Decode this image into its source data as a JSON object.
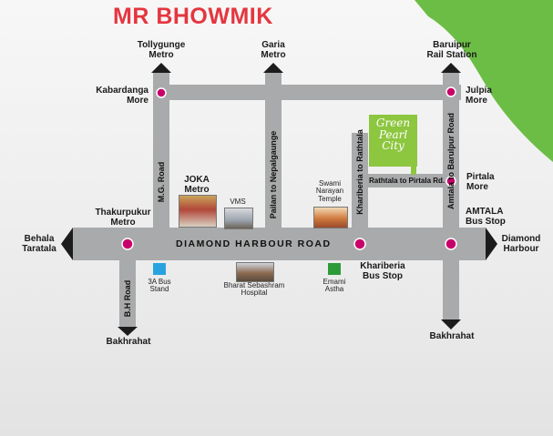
{
  "title": "MR BHOWMIK",
  "roads": {
    "main": "DIAMOND HARBOUR ROAD",
    "mg_road": "M.G. Road",
    "pailan": "Pailan to Nepalgaunge",
    "kharibera_rathtala": "Khariberia to Rathtala",
    "amtala_baruipur": "Amtala to Barulpur Road",
    "bh_road": "B.H Road",
    "rathtala_pirtala": "Rathtala to Pirtala Rd."
  },
  "places": {
    "tollygunge": "Tollygunge\nMetro",
    "garia": "Garia\nMetro",
    "baruipur": "Baruipur\nRail Station",
    "kabardanga": "Kabardanga\nMore",
    "julpia": "Julpia\nMore",
    "pirtala": "Pirtala\nMore",
    "amtala_bus": "AMTALA\nBus Stop",
    "behala": "Behala\nTaratala",
    "diamond_harbour": "Diamond\nHarbour",
    "thakurpukur": "Thakurpukur\nMetro",
    "joka": "JOKA\nMetro",
    "vms": "VMS",
    "swami": "Swami\nNarayan\nTemple",
    "khariberia_bus": "Khariberia\nBus Stop",
    "bus_stand_3a": "3A Bus\nStand",
    "bharat": "Bharat Sebashram\nHospital",
    "emami": "Emami\nAstha",
    "bakhrahat_left": "Bakhrahat",
    "bakhrahat_right": "Bakhrahat"
  },
  "green_pearl": "Green\nPearl\nCity",
  "colors": {
    "road": "#a9aaab",
    "arrow": "#1c1c1c",
    "marker": "#c8006a",
    "title": "#e4363f",
    "green": "#8dc63f",
    "bus_blue": "#29a3df",
    "emami_green": "#2d9b38"
  }
}
